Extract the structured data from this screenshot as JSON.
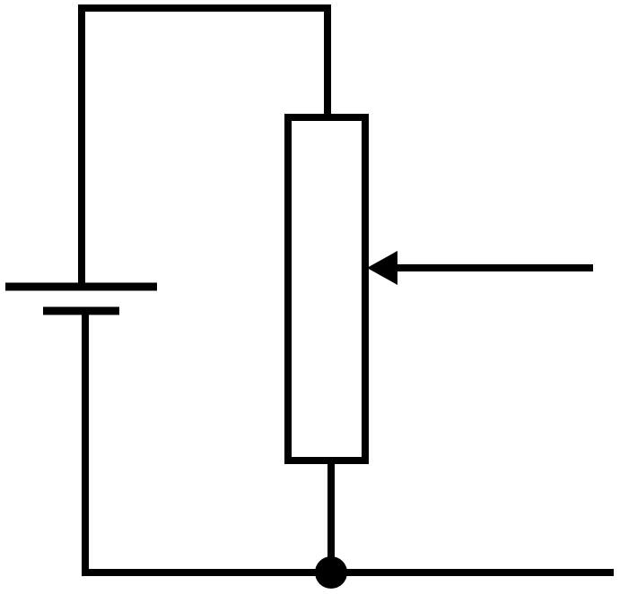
{
  "diagram": {
    "type": "potentiometer-voltage-divider circuit",
    "components": [
      {
        "id": "battery",
        "kind": "cell"
      },
      {
        "id": "potentiometer",
        "kind": "variable-resistor",
        "wiper": "arrow-from-right"
      },
      {
        "id": "junction",
        "kind": "node"
      }
    ],
    "colors": {
      "stroke": "#000000",
      "background": "#ffffff"
    }
  }
}
